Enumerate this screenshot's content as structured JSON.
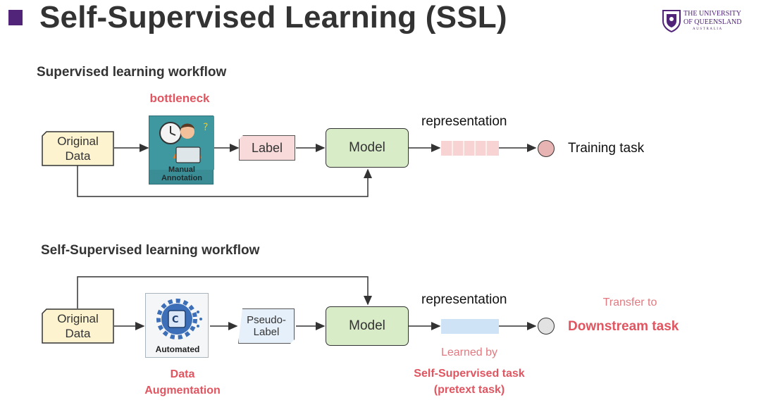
{
  "header": {
    "title": "Self-Supervised Learning (SSL)",
    "logo_line1": "The University",
    "logo_line2": "Of Queensland",
    "logo_line3": "AUSTRALIA"
  },
  "supervised": {
    "heading": "Supervised learning workflow",
    "bottleneck": "bottleneck",
    "data_line1": "Original",
    "data_line2": "Data",
    "manual_line1": "Manual",
    "manual_line2": "Annotation",
    "label": "Label",
    "model": "Model",
    "representation": "representation",
    "task": "Training task"
  },
  "self_supervised": {
    "heading": "Self-Supervised learning workflow",
    "data_line1": "Original",
    "data_line2": "Data",
    "automated": "Automated",
    "augmentation_line1": "Data",
    "augmentation_line2": "Augmentation",
    "pseudo_line1": "Pseudo-",
    "pseudo_line2": "Label",
    "model": "Model",
    "representation": "representation",
    "learned_by": "Learned by",
    "pretext_line1": "Self-Supervised task",
    "pretext_line2": "(pretext task)",
    "transfer_to": "Transfer to",
    "downstream": "Downstream task"
  },
  "colors": {
    "accent_purple": "#51247a",
    "highlight_red": "#e05560",
    "data_fill": "#fdf3cf",
    "model_fill": "#d9ecc8",
    "label_fill": "#f7dad9",
    "pseudo_fill": "#e6f0fa",
    "rep_supervised": "#f7d4d3",
    "rep_ssl": "#cfe3f7",
    "circle_supervised": "#e8b3b3",
    "circle_ssl": "#e2e2e2"
  },
  "icons": [
    "uq-crest-icon",
    "annotator-person-icon",
    "gear-automation-icon"
  ]
}
